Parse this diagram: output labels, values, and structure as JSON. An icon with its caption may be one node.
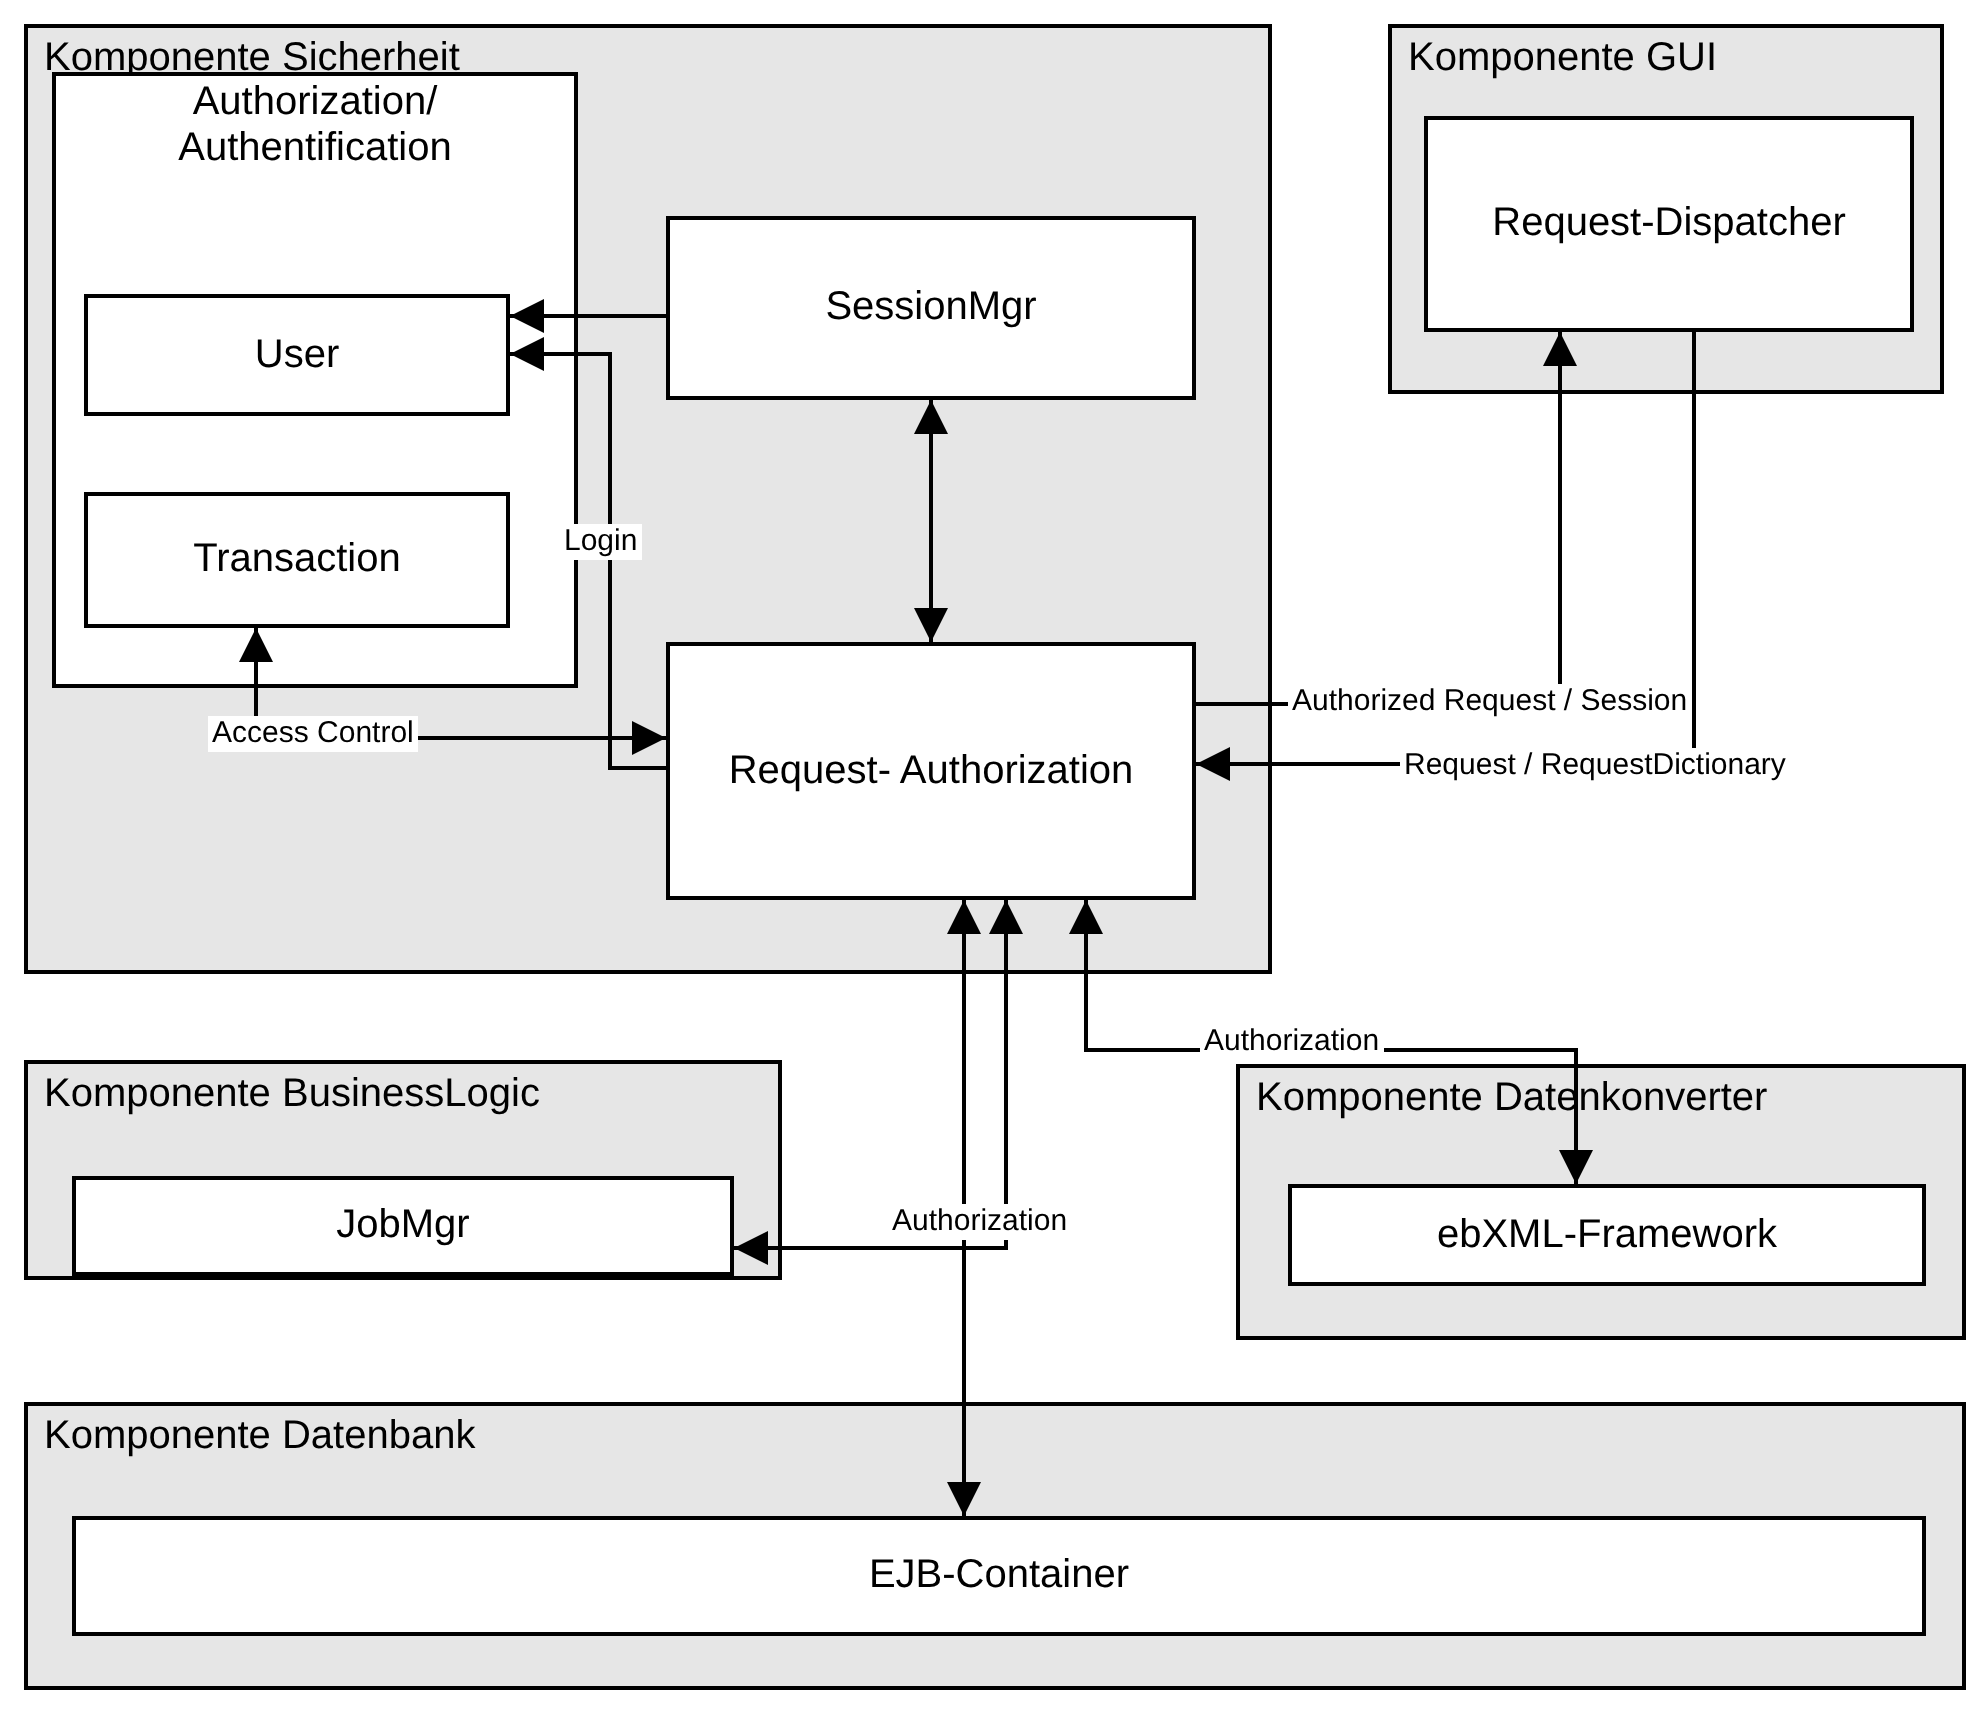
{
  "diagram": {
    "nodes": [
      {
        "text": [
          "Komponente Sicherheit"
        ]
      },
      {
        "text": [
          "Authorization/ Authentification"
        ],
        "in": 0
      },
      {
        "text": [
          "User"
        ],
        "in": 1
      },
      {
        "text": [
          "Transaction"
        ],
        "in": 1
      },
      {
        "text": [
          "SessionMgr"
        ],
        "in": 0
      },
      {
        "text": [
          "Request- Authorization"
        ],
        "in": 0
      },
      {
        "text": [
          "Komponente GUI"
        ]
      },
      {
        "text": [
          "Request-Dispatcher"
        ],
        "in": 6
      },
      {
        "text": [
          "Komponente BusinessLogic"
        ]
      },
      {
        "text": [
          "JobMgr"
        ],
        "in": 8
      },
      {
        "text": [
          "Komponente Datenkonverter"
        ]
      },
      {
        "text": [
          "ebXML-Framework"
        ],
        "in": 10
      },
      {
        "text": [
          "Komponente Datenbank"
        ]
      },
      {
        "text": [
          "EJB-Container"
        ],
        "in": 12
      }
    ],
    "edges": [
      {
        "from": 4,
        "to": 2,
        "arrow": "to"
      },
      {
        "from": 5,
        "to": 2,
        "arrow": "to",
        "label": "Login"
      },
      {
        "from": 4,
        "to": 5,
        "arrow": "both"
      },
      {
        "from": 3,
        "to": 5,
        "arrow": "both",
        "label": "Access Control"
      },
      {
        "from": 5,
        "to": 7,
        "arrow": "to",
        "label": "Authorized Request / Session"
      },
      {
        "from": 7,
        "to": 5,
        "arrow": "to",
        "label": "Request / RequestDictionary"
      },
      {
        "from": 5,
        "to": 11,
        "arrow": "both",
        "label": "Authorization"
      },
      {
        "from": 9,
        "to": 5,
        "arrow": "both",
        "label": "Authorization"
      },
      {
        "from": 5,
        "to": 13,
        "arrow": "both"
      }
    ]
  }
}
